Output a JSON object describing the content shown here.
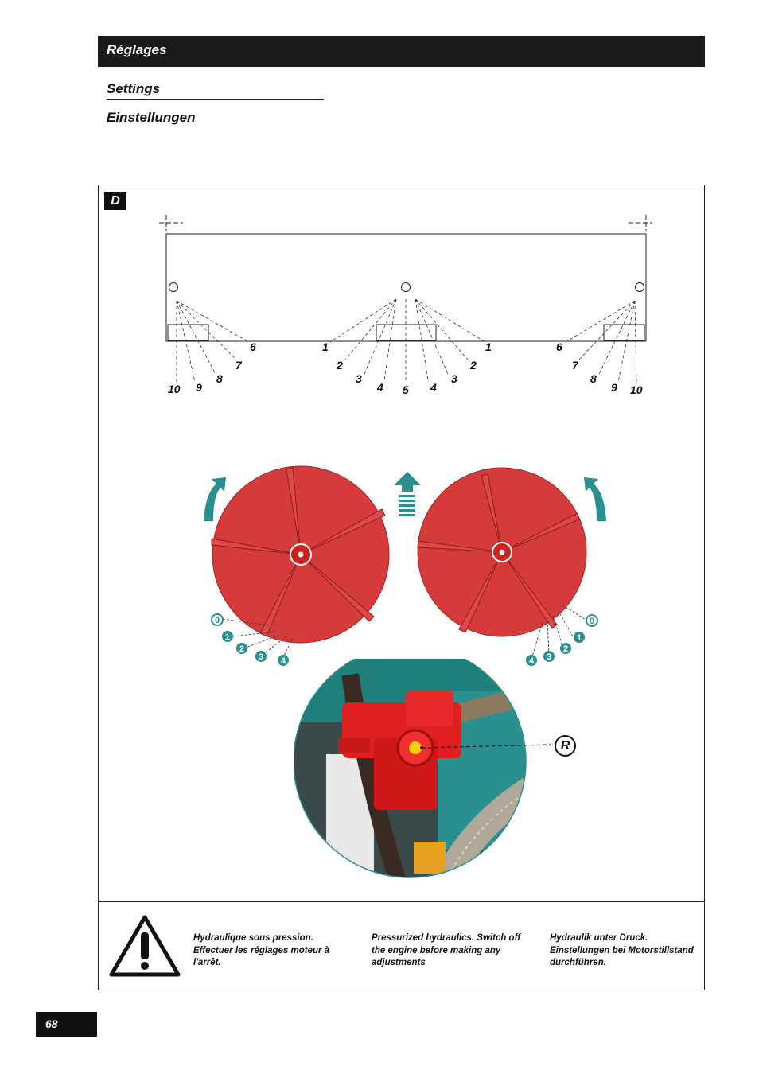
{
  "header": {
    "title": "Réglages"
  },
  "subtitles": {
    "en": "Settings",
    "de": "Einstellungen"
  },
  "figure": {
    "label": "D",
    "pattern_labels": {
      "left": [
        "6",
        "7",
        "8",
        "9",
        "10"
      ],
      "center_left": [
        "1",
        "2",
        "3",
        "4"
      ],
      "center": "5",
      "center_right": [
        "4",
        "3",
        "2",
        "1"
      ],
      "right": [
        "6",
        "7",
        "8",
        "9",
        "10"
      ]
    },
    "disc_positions_left": [
      "0",
      "1",
      "2",
      "3",
      "4"
    ],
    "disc_positions_right": [
      "0",
      "1",
      "2",
      "3",
      "4"
    ],
    "callout": "R",
    "colors": {
      "disc": "#d63b3b",
      "teal": "#2a8f8f",
      "valve": "#e02020"
    }
  },
  "warning": {
    "icon": "warning-triangle-icon",
    "fr": "Hydraulique sous pression. Effectuer les réglages moteur à l'arrêt.",
    "en": "Pressurized hydraulics. Switch off the engine before making any adjustments",
    "de": "Hydraulik unter Druck. Einstellungen bei Motorstillstand durchführen."
  },
  "page_number": "68"
}
